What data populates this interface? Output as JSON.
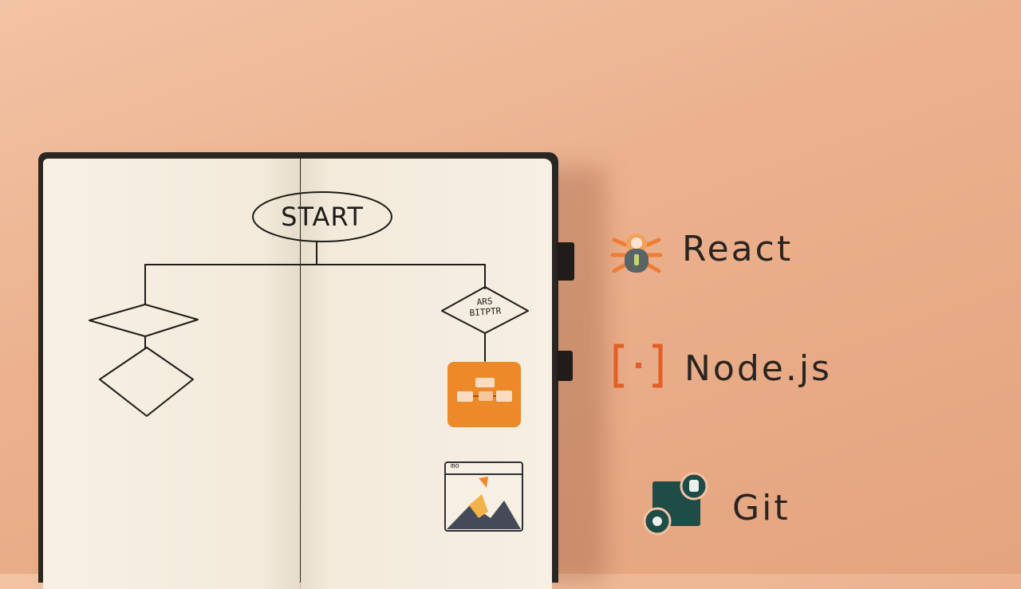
{
  "flowchart": {
    "start_label": "START",
    "diamond_text_line1": "ARS",
    "diamond_text_line2": "BITPTR",
    "browser_window_title": "mo"
  },
  "tools": [
    {
      "label": "React",
      "icon": "react-icon",
      "color": "#e8742c"
    },
    {
      "label": "Node.js",
      "icon": "nodejs-bracket-icon",
      "color": "#e05a25"
    },
    {
      "label": "Git",
      "icon": "git-icon",
      "color": "#1f4a44"
    }
  ],
  "colors": {
    "background": "#efb896",
    "page": "#f5eddf",
    "notebook_cover": "#2a2622",
    "accent_orange": "#ec8a2a",
    "ink": "#1e1b18"
  }
}
